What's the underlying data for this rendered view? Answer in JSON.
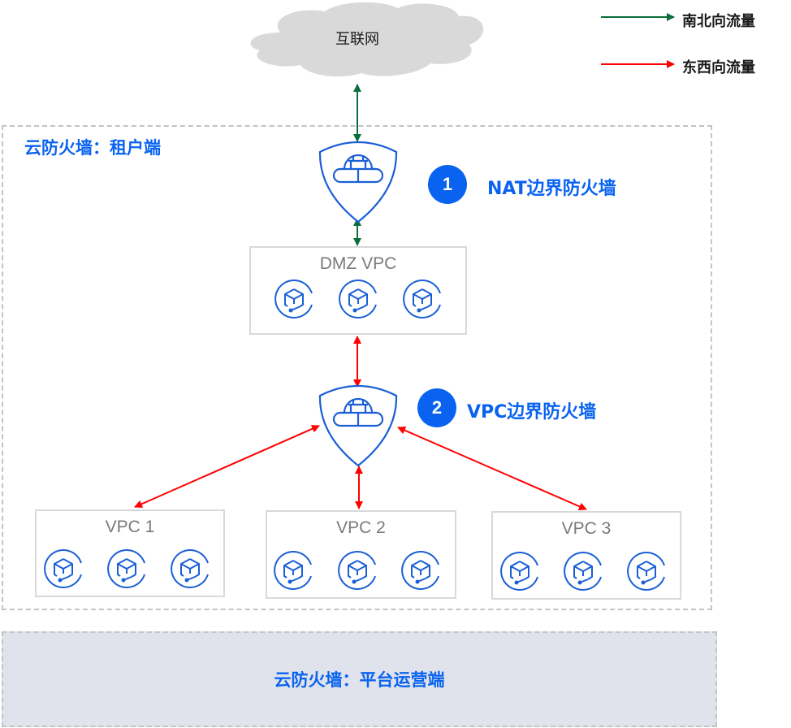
{
  "legend": {
    "items": [
      {
        "label": "南北向流量",
        "color": "#0b6e3d",
        "kind": "north-south"
      },
      {
        "label": "东西向流量",
        "color": "#ff0000",
        "kind": "east-west"
      }
    ]
  },
  "internet": {
    "label": "互联网",
    "fill": "#d9d9d9"
  },
  "tenant": {
    "title": "云防火墙：租户端"
  },
  "platform": {
    "title": "云防火墙：平台运营端"
  },
  "firewalls": [
    {
      "id": "nat",
      "badge": "1",
      "label": "NAT边界防火墙"
    },
    {
      "id": "vpc",
      "badge": "2",
      "label": "VPC边界防火墙"
    }
  ],
  "vpcs": [
    {
      "id": "dmz",
      "title": "DMZ VPC",
      "instances": 3
    },
    {
      "id": "vpc1",
      "title": "VPC 1",
      "instances": 3
    },
    {
      "id": "vpc2",
      "title": "VPC 2",
      "instances": 3
    },
    {
      "id": "vpc3",
      "title": "VPC 3",
      "instances": 3
    }
  ],
  "colors": {
    "accent": "#0a63f0",
    "icon_stroke": "#1a5fd6",
    "north_south": "#0b6e3d",
    "east_west": "#ff0000",
    "box_border": "#d9d9d9",
    "zone_border": "#c4c4c4",
    "platform_fill": "#e0e3eb"
  }
}
